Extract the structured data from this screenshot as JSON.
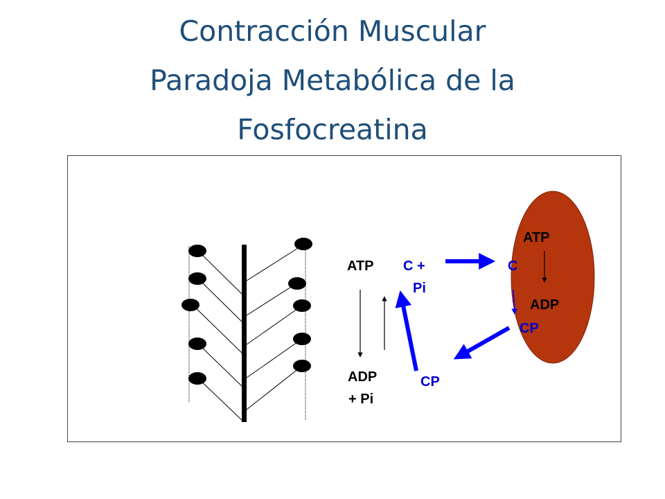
{
  "title": {
    "line1": "Contracción Muscular",
    "line2": "Paradoja Metabólica de la",
    "line3": "Fosfocreatina"
  },
  "diagram": {
    "left_reaction": {
      "atp": "ATP",
      "adp_line1": "ADP",
      "adp_line2": "+ Pi"
    },
    "creatine_pi": {
      "line1": "C +",
      "line2": "Pi"
    },
    "cp_bottom": "CP",
    "mitochondrion": {
      "c": "C",
      "atp": "ATP",
      "adp": "ADP",
      "cp": "CP"
    }
  },
  "colors": {
    "title": "#1f4e79",
    "mitochondrion_fill": "#b5360c",
    "transport_arrow": "#0000ff",
    "text_dark": "#000000",
    "text_blue": "#0000cc"
  }
}
